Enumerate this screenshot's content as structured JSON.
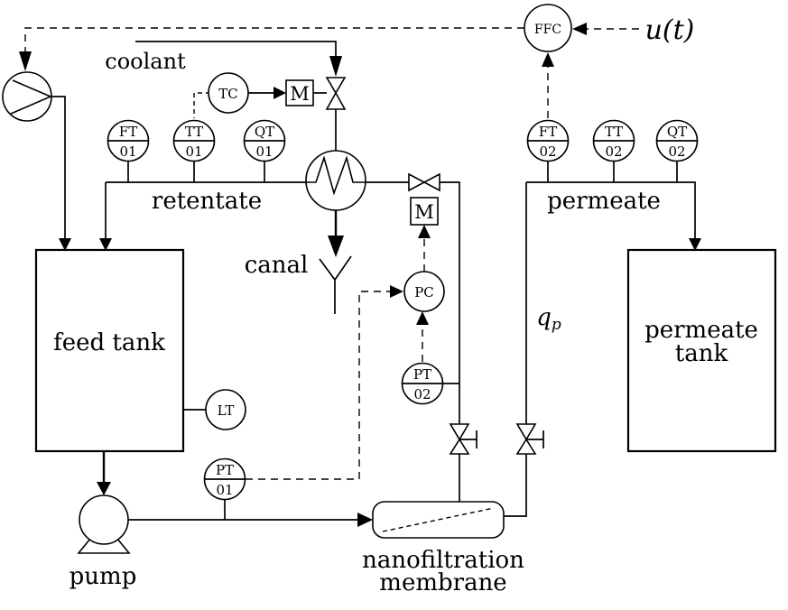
{
  "colors": {
    "line": "#000000",
    "background": "#ffffff"
  },
  "instruments": {
    "ft01": {
      "row1": "FT",
      "row2": "01"
    },
    "tt01": {
      "row1": "TT",
      "row2": "01"
    },
    "qt01": {
      "row1": "QT",
      "row2": "01"
    },
    "ft02": {
      "row1": "FT",
      "row2": "02"
    },
    "tt02": {
      "row1": "TT",
      "row2": "02"
    },
    "qt02": {
      "row1": "QT",
      "row2": "02"
    },
    "pt01": {
      "row1": "PT",
      "row2": "01"
    },
    "pt02": {
      "row1": "PT",
      "row2": "02"
    },
    "tc": {
      "label": "TC"
    },
    "lt": {
      "label": "LT"
    },
    "pc": {
      "label": "PC"
    },
    "ffc": {
      "label": "FFC"
    }
  },
  "actuators": {
    "coolant_valve_motor": "M",
    "retentate_valve_motor": "M"
  },
  "equipment": {
    "feed_tank": "feed tank",
    "pump": "pump",
    "membrane_line1": "nanofiltration",
    "membrane_line2": "membrane",
    "permeate_tank_line1": "permeate",
    "permeate_tank_line2": "tank"
  },
  "streams": {
    "coolant": "coolant",
    "retentate": "retentate",
    "canal": "canal",
    "permeate": "permeate",
    "qp_base": "q",
    "qp_sub": "p",
    "control_input": "u(t)"
  }
}
